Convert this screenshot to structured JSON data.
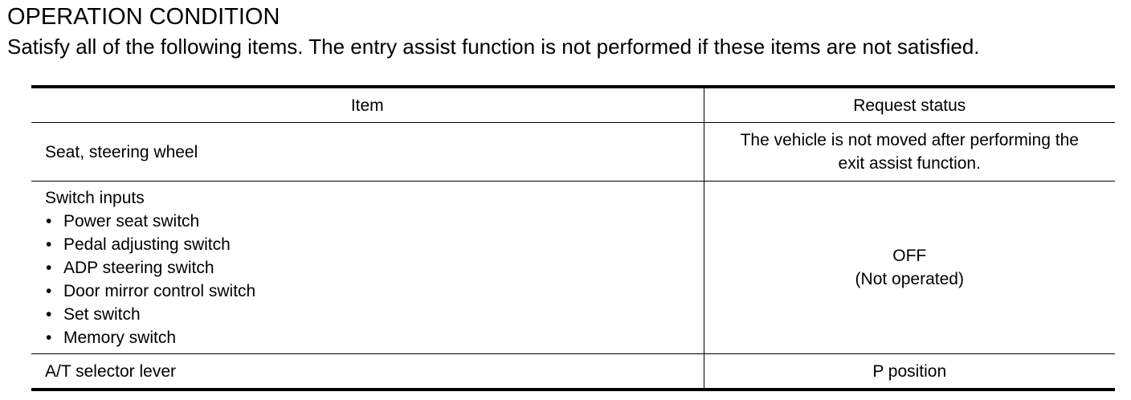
{
  "title": "OPERATION CONDITION",
  "intro": "Satisfy all of the following items. The entry assist function is not performed if these items are not satisfied.",
  "table": {
    "headers": {
      "item": "Item",
      "status": "Request status"
    },
    "rows": [
      {
        "item": "Seat, steering wheel",
        "status_lines": [
          "The vehicle is not moved after performing the",
          "exit assist function."
        ]
      },
      {
        "item": "Switch inputs",
        "bullets": [
          "Power seat switch",
          "Pedal adjusting switch",
          "ADP steering switch",
          "Door mirror control switch",
          "Set switch",
          "Memory switch"
        ],
        "status_lines": [
          "OFF",
          "(Not operated)"
        ]
      },
      {
        "item": "A/T selector lever",
        "status_lines": [
          "P position"
        ]
      }
    ]
  }
}
